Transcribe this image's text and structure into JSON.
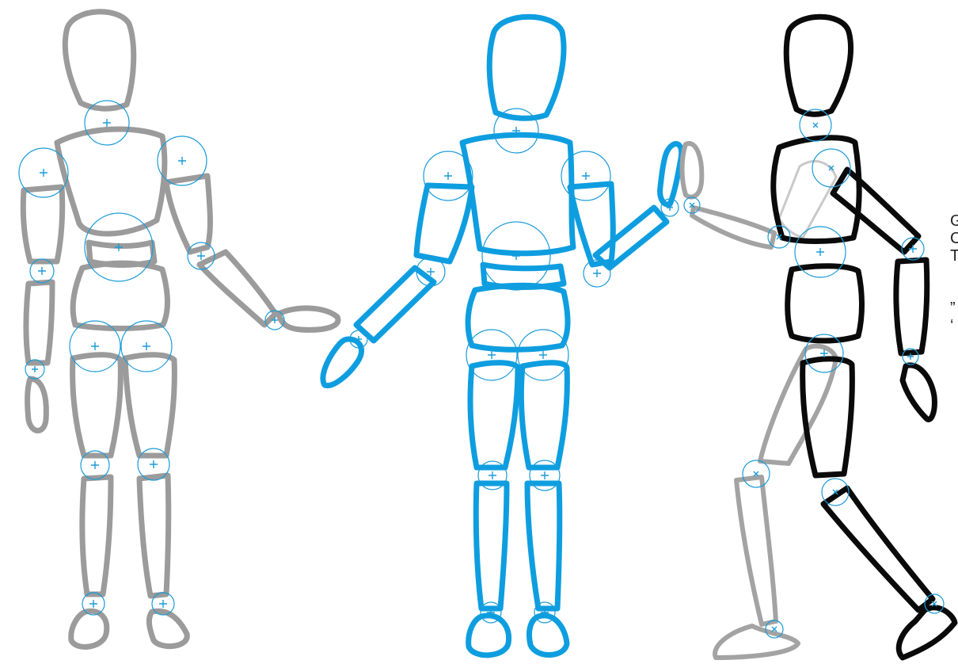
{
  "canvas": {
    "background": "#ffffff"
  },
  "colors": {
    "reference_figure": "#9b9b9b",
    "selected_figure": "#0e9ee0",
    "posed_figure": "#0a0a0a",
    "joint_handle": "#1a9bd8"
  },
  "figures": [
    {
      "id": "reference",
      "label": "",
      "style": "grey"
    },
    {
      "id": "selected",
      "label": "",
      "style": "blue"
    },
    {
      "id": "posed",
      "label": "",
      "style": "black"
    }
  ],
  "joint_icon": "crosshair-icon",
  "side_panel": {
    "lines": [
      "G",
      "C",
      "T",
      "",
      "",
      "”",
      "‘"
    ]
  }
}
